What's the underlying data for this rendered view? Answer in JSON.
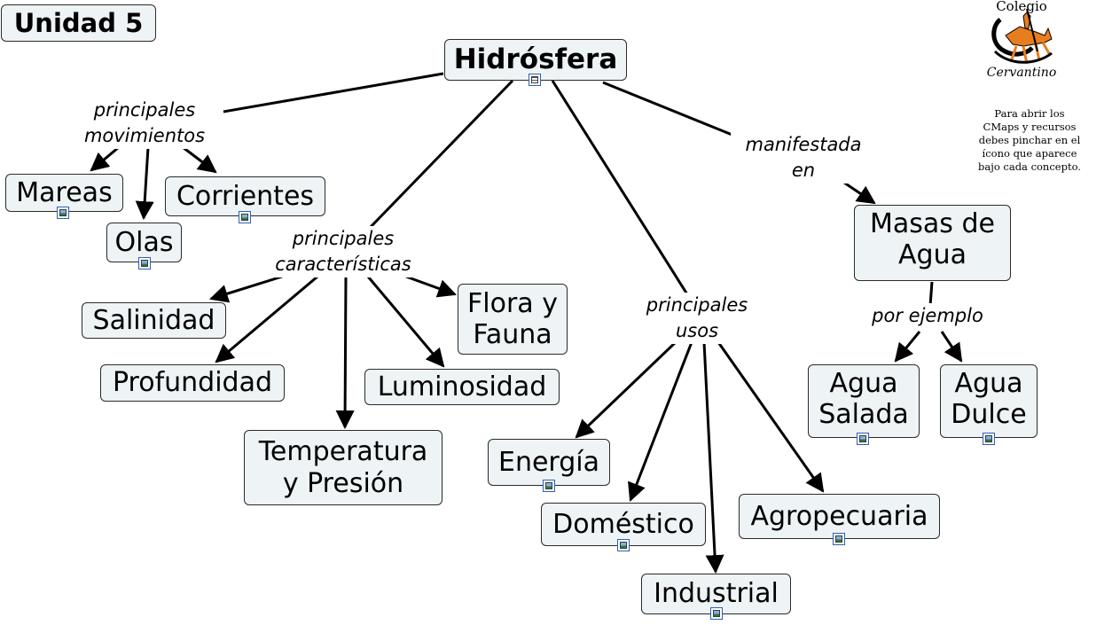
{
  "unit_title": "Unidad 5",
  "root": "Hidrósfera",
  "logo": {
    "top_text": "Colegio",
    "bottom_text": "Cervantino",
    "color": "#e87d1e"
  },
  "note": "Para abrir los\nCMaps y recursos\ndebes pinchar en el\nícono que aparece\nbajo cada concepto.",
  "link_labels": {
    "movimientos": "principales\nmovimientos",
    "caracteristicas": "principales\ncaracterísticas",
    "usos": "principales\nusos",
    "manifestada": "manifestada\nen",
    "ejemplo": "por ejemplo"
  },
  "concepts": {
    "mareas": "Mareas",
    "olas": "Olas",
    "corrientes": "Corrientes",
    "salinidad": "Salinidad",
    "profundidad": "Profundidad",
    "temperatura": "Temperatura\ny Presión",
    "luminosidad": "Luminosidad",
    "flora": "Flora y\nFauna",
    "energia": "Energía",
    "domestico": "Doméstico",
    "industrial": "Industrial",
    "agropecuaria": "Agropecuaria",
    "masas": "Masas de\nAgua",
    "salada": "Agua\nSalada",
    "dulce": "Agua\nDulce"
  },
  "colors": {
    "node_fill": "#eef3f5",
    "line": "#000000",
    "resource_icon": "#2f5fb3"
  }
}
